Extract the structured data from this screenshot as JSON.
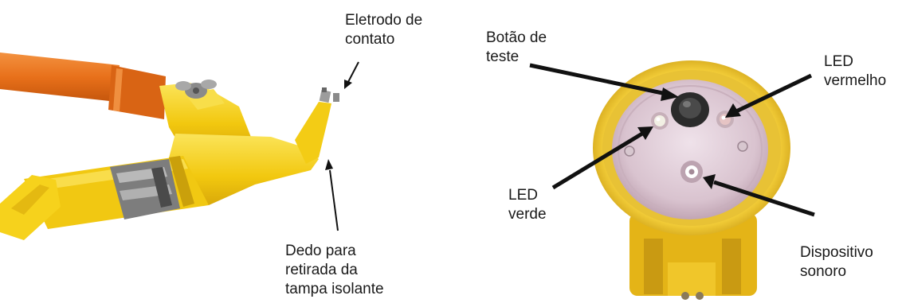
{
  "labels": {
    "eletrodo": [
      "Eletrodo de",
      "contato"
    ],
    "dedo": [
      "Dedo para",
      "retirada da",
      "tampa isolante"
    ],
    "botao": [
      "Botão de",
      "teste"
    ],
    "led_vermelho": [
      "LED",
      "vermelho"
    ],
    "led_verde": [
      "LED",
      "verde"
    ],
    "dispositivo": [
      "Dispositivo",
      "sonoro"
    ]
  },
  "colors": {
    "pole_orange": "#e8701a",
    "body_yellow": "#f6d21c",
    "arrow": "#111111"
  }
}
